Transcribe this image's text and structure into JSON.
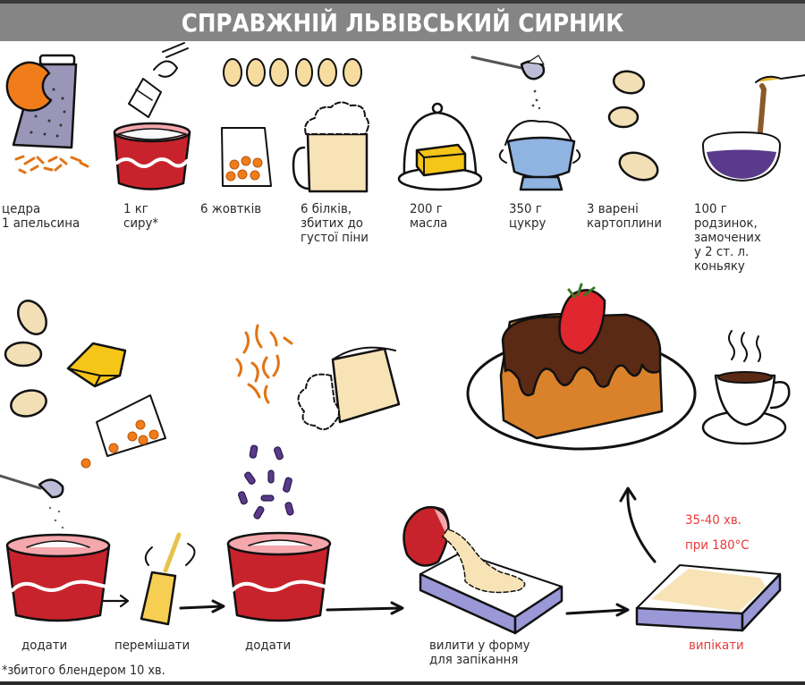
{
  "title": "СПРАВЖНІЙ ЛЬВІВСЬКИЙ СИРНИК",
  "ingredients": [
    {
      "lines": [
        "цедра",
        "1 апельсина"
      ],
      "icon": "orange-grater-icon"
    },
    {
      "lines": [
        "1 кг",
        "сиру*"
      ],
      "icon": "cheese-bowl-mixer-icon"
    },
    {
      "lines": [
        "6 жовтків"
      ],
      "icon": "egg-yolks-icon"
    },
    {
      "lines": [
        "6 білків,",
        "збитих до",
        "густої піни"
      ],
      "icon": "whipped-whites-mug-icon"
    },
    {
      "lines": [
        "200 г",
        "масла"
      ],
      "icon": "butter-dish-icon"
    },
    {
      "lines": [
        "350 г",
        "цукру"
      ],
      "icon": "sugar-bowl-icon"
    },
    {
      "lines": [
        "3 варені",
        "картоплини"
      ],
      "icon": "potatoes-icon"
    },
    {
      "lines": [
        "100 г",
        "родзинок,",
        "замочених",
        "у 2 ст. л.",
        "коньяку"
      ],
      "icon": "raisins-bowl-icon"
    }
  ],
  "steps": [
    {
      "label": "додати"
    },
    {
      "label": "перемішати"
    },
    {
      "label": "додати"
    },
    {
      "label_lines": [
        "вилити у форму",
        "для запікання"
      ]
    },
    {
      "label": "випікати",
      "note_lines": [
        "35-40 хв.",
        "при 180°C"
      ]
    }
  ],
  "footnote": "*збитого блендером 10 хв.",
  "colors": {
    "header_bg": "#858585",
    "accent_red": "#e83a3a",
    "bowl_red": "#c8232c",
    "butter_yellow": "#f5c518",
    "cream": "#f7e3b5",
    "orange": "#f07d1a",
    "raisin_purple": "#5a3a8a",
    "pan_purple": "#9a98d6",
    "chocolate": "#5a2a14",
    "cake": "#d9822b"
  }
}
